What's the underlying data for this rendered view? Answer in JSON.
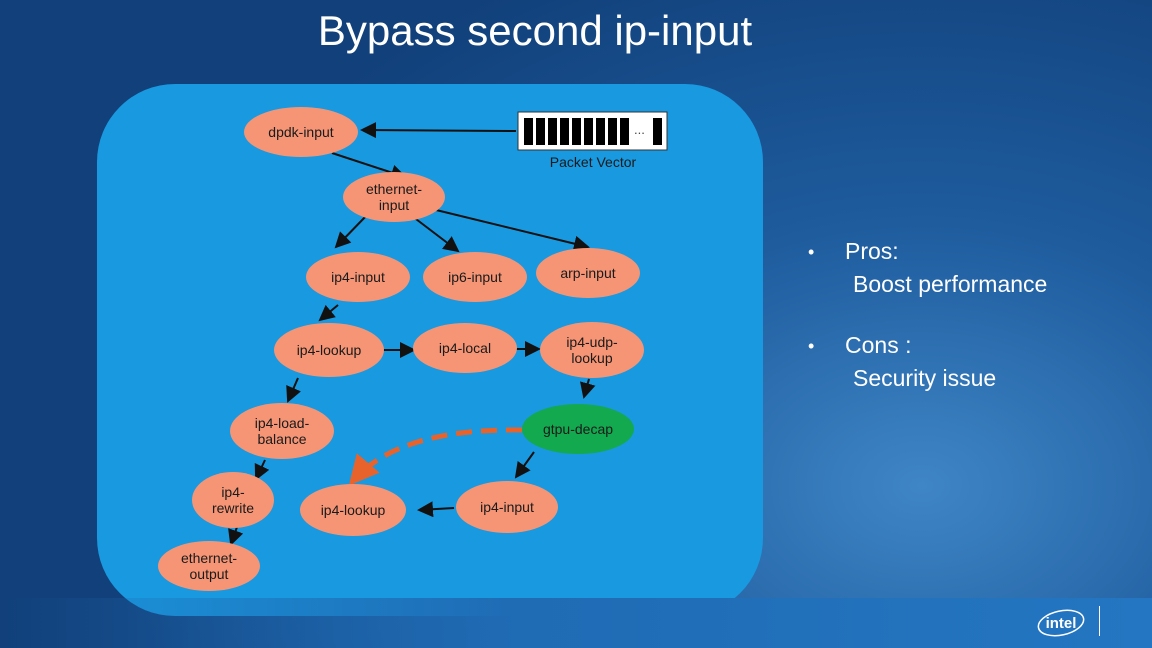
{
  "slide": {
    "title": "Bypass second ip-input"
  },
  "packet_vector": {
    "label": "Packet Vector",
    "ellipsis": "..."
  },
  "nodes": {
    "dpdk_input": "dpdk-input",
    "ethernet_input": "ethernet-\ninput",
    "ip4_input_top": "ip4-input",
    "ip6_input": "ip6-input",
    "arp_input": "arp-input",
    "ip4_lookup_top": "ip4-lookup",
    "ip4_local": "ip4-local",
    "ip4_udp_lookup": "ip4-udp-\nlookup",
    "ip4_load_balance": "ip4-load-\nbalance",
    "gtpu_decap": "gtpu-decap",
    "ip4_rewrite": "ip4-\nrewrite",
    "ip4_lookup_bottom": "ip4-lookup",
    "ip4_input_bottom": "ip4-input",
    "ethernet_output": "ethernet-\noutput"
  },
  "bullets": [
    {
      "head": "Pros:",
      "sub": "Boost performance"
    },
    {
      "head": "Cons :",
      "sub": "Security issue"
    }
  ],
  "bullet_symbol": "•",
  "colors": {
    "panel": "#1999df",
    "node": "#f59575",
    "gtpu_node": "#13a94f",
    "dashed_arrow": "#e8632b",
    "edge": "#111111"
  },
  "logo": {
    "text": "intel"
  }
}
